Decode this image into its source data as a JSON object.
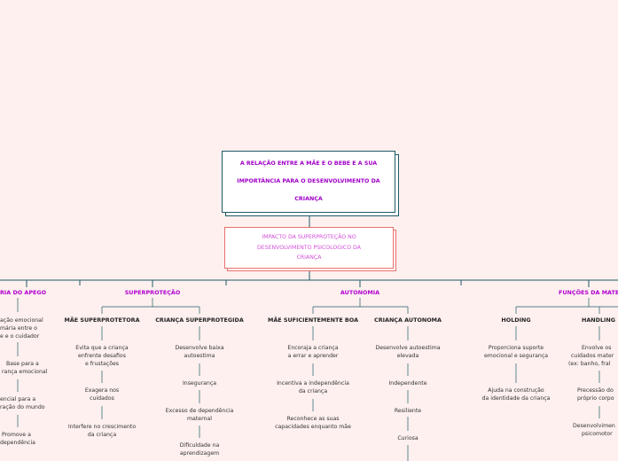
{
  "colors": {
    "background": "#fdf0ef",
    "central_border": "#1e5a66",
    "central_text": "#a100c8",
    "sub_border": "#e8706c",
    "sub_text": "#d34fd9",
    "category_text": "#b300d0",
    "line": "#1e5a66"
  },
  "central": {
    "lines": [
      "A RELAÇÃO ENTRE A MÃE E O BEBE  E A SUA",
      "IMPORTÂNCIA PARA O DESENVOLVIMENTO DA",
      "CRIANÇA"
    ]
  },
  "subtopic": {
    "lines": [
      "IMPACTO DA SUPERPROTEÇÃO NO",
      "DESENVOLVIMENTO PSICOLOGICO DA",
      "CRIANÇA"
    ]
  },
  "categories": {
    "apego": "RIA DO APEGO",
    "superprotecao": "SUPERPROTEÇÃO",
    "autonomia": "AUTONOMIA",
    "funcoes": "FUNÇÕES DA MATE"
  },
  "apego_items": [
    [
      "ação emocional",
      "mária entre o",
      "e e o cuidador"
    ],
    [
      "Base para a",
      "rança emocional"
    ],
    [
      "encial para a",
      "ração do mundo"
    ],
    [
      "Promove a",
      "dependência"
    ]
  ],
  "mae_superprotetora": {
    "title": "MÃE SUPERPROTETORA",
    "items": [
      [
        "Evita que a criança",
        "enfrente desafios",
        "e frustações"
      ],
      [
        "Exagera nos",
        "cuidados"
      ],
      [
        "Interfere no crescimento",
        "da criança"
      ]
    ]
  },
  "crianca_superprotegida": {
    "title": "CRIANÇA SUPERPROTEGIDA",
    "items": [
      [
        "Desenvolve baixa",
        "autoestima"
      ],
      [
        "Insegurança"
      ],
      [
        "Excesso de dependência",
        "maternal"
      ],
      [
        "Dificuldade na",
        "aprendizagem"
      ]
    ]
  },
  "mae_suficiente": {
    "title": "MÃE SUFICIENTEMENTE BOA",
    "items": [
      [
        "Encoraja a criança",
        "a errar e aprender"
      ],
      [
        "Incentiva a independência",
        "da criança"
      ],
      [
        "Reconhece as suas",
        "capacidades enquanto mãe"
      ]
    ]
  },
  "crianca_autonoma": {
    "title": "CRIANÇA AUTONOMA",
    "items": [
      [
        "Desenvolve autoestima",
        "elevada"
      ],
      [
        "Independente"
      ],
      [
        "Resiliente"
      ],
      [
        "Curiosa"
      ]
    ]
  },
  "holding": {
    "title": "HOLDING",
    "items": [
      [
        "Proporciona suporte",
        "emocional e segurança"
      ],
      [
        "Ajuda na construção",
        "da identidade da criança"
      ]
    ]
  },
  "handling": {
    "title": "HANDLING",
    "items": [
      [
        "Envolve os",
        "cuidados mater",
        "(ex: banho, fral"
      ],
      [
        "Precessão do",
        "próprio corpo"
      ],
      [
        "Desenvolvimen",
        "psicomotor"
      ]
    ]
  }
}
